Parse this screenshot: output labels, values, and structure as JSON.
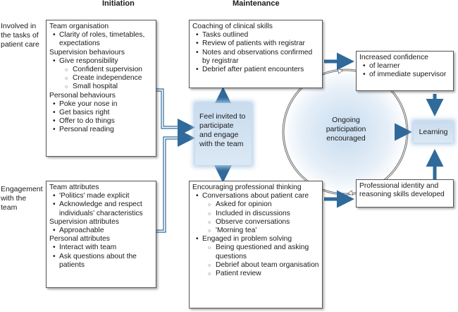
{
  "headers": {
    "initiation": "Initiation",
    "maintenance": "Maintenance"
  },
  "side_labels": {
    "tasks": "Involved in the tasks of patient care",
    "team": "Engagement with the team"
  },
  "box_org": {
    "lines": [
      {
        "level": 0,
        "text": "Team organisation"
      },
      {
        "level": 1,
        "text": "Clarity of roles, timetables, expectations"
      },
      {
        "level": 0,
        "text": "Supervision behaviours"
      },
      {
        "level": 1,
        "text": "Give responsibility"
      },
      {
        "level": 2,
        "text": "Confident supervision"
      },
      {
        "level": 2,
        "text": "Create independence"
      },
      {
        "level": 2,
        "text": "Small hospital"
      },
      {
        "level": 0,
        "text": "Personal behaviours"
      },
      {
        "level": 1,
        "text": "Poke your nose in"
      },
      {
        "level": 1,
        "text": "Get basics right"
      },
      {
        "level": 1,
        "text": "Offer to do things"
      },
      {
        "level": 1,
        "text": "Personal reading"
      }
    ]
  },
  "box_attr": {
    "lines": [
      {
        "level": 0,
        "text": "Team attributes"
      },
      {
        "level": 1,
        "text": "'Politics' made explicit"
      },
      {
        "level": 1,
        "text": "Acknowledge and respect individuals' characteristics"
      },
      {
        "level": 0,
        "text": "Supervision attributes"
      },
      {
        "level": 1,
        "text": "Approachable"
      },
      {
        "level": 0,
        "text": "Personal attributes"
      },
      {
        "level": 1,
        "text": "Interact with team"
      },
      {
        "level": 1,
        "text": "Ask questions about the patients"
      }
    ]
  },
  "box_coach": {
    "lines": [
      {
        "level": 0,
        "text": "Coaching of clinical skills"
      },
      {
        "level": 1,
        "text": "Tasks outlined"
      },
      {
        "level": 1,
        "text": "Review of patients with registrar"
      },
      {
        "level": 1,
        "text": "Notes and observations confirmed by registrar"
      },
      {
        "level": 1,
        "text": "Debrief after patient encounters"
      }
    ]
  },
  "box_think": {
    "lines": [
      {
        "level": 0,
        "text": "Encouraging professional thinking"
      },
      {
        "level": 1,
        "text": "Conversations about patient care"
      },
      {
        "level": 2,
        "text": "Asked for opinion"
      },
      {
        "level": 2,
        "text": "Included in discussions"
      },
      {
        "level": 2,
        "text": "Observe conversations"
      },
      {
        "level": 2,
        "text": "'Morning tea'"
      },
      {
        "level": 1,
        "text": "Engaged in problem solving"
      },
      {
        "level": 2,
        "text": "Being questioned and asking questions"
      },
      {
        "level": 2,
        "text": "Debrief about team organisation"
      },
      {
        "level": 2,
        "text": "Patient review"
      }
    ]
  },
  "box_conf": {
    "lines": [
      {
        "level": 0,
        "text": "Increased confidence"
      },
      {
        "level": 1,
        "text": "of learner"
      },
      {
        "level": 1,
        "text": "of immediate supervisor"
      }
    ]
  },
  "box_prof": {
    "lines": [
      {
        "level": 0,
        "text": "Professional identity and reasoning skills developed"
      }
    ]
  },
  "feel_invited": "Feel invited to participate and engage with the team",
  "ongoing": "Ongoing participation encouraged",
  "learning": "Learning",
  "colors": {
    "arrow": "#2f6a9a",
    "glow": "#c9dcee"
  }
}
